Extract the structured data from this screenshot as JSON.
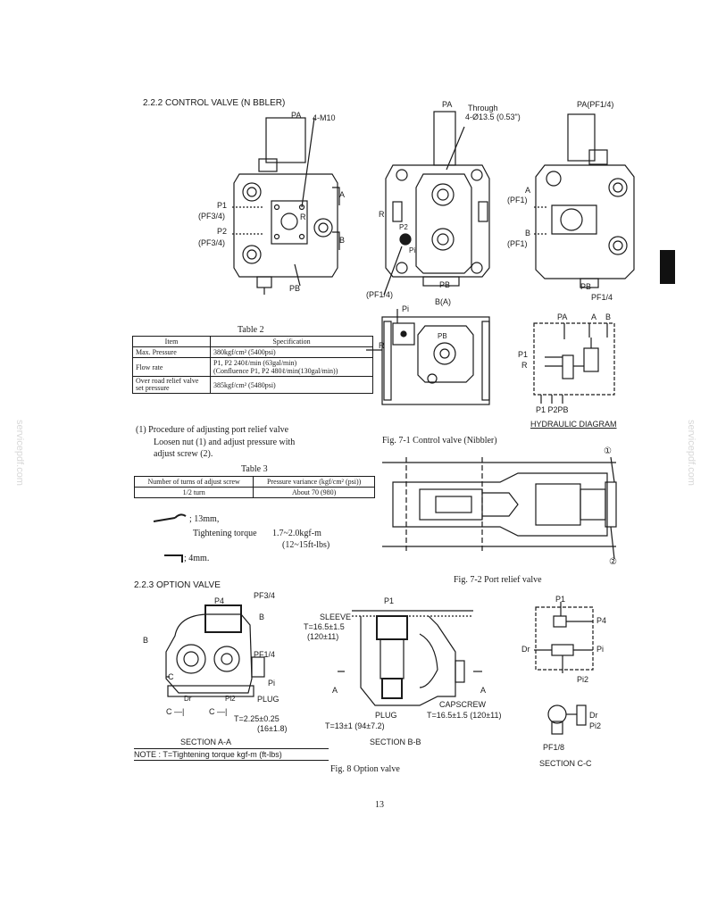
{
  "section_control_valve": "2.2.2  CONTROL VALVE (N BBLER)",
  "fig71": {
    "PA": "PA",
    "m10": "4-M10",
    "P1": "P1",
    "pf34a": "(PF3/4)",
    "P2": "P2",
    "pf34b": "(PF3/4)",
    "A": "A",
    "R": "R",
    "B": "B",
    "PB": "PB",
    "PA2": "PA",
    "through": "Through",
    "through_dim": "4-Ø13.5 (0.53\")",
    "R2": "R",
    "P2b": "P2",
    "Pi": "Pi",
    "pf14a": "(PF1/4)",
    "PB2": "PB",
    "BA": "B(A)",
    "PApf": "PA(PF1/4)",
    "A3": "A",
    "pf1a": "(PF1)",
    "B3": "B",
    "pf1b": "(PF1)",
    "PB3": "PB",
    "pf14b": "PF1/4",
    "Pi_top": "Pi",
    "R4": "R",
    "PB4": "PB",
    "caption": "Fig. 7-1   Control valve (Nibbler)"
  },
  "hydraulic": {
    "PA": "PA",
    "A": "A",
    "B": "B",
    "P1": "P1",
    "R": "R",
    "bottom": "P1 P2PB",
    "title": "HYDRAULIC DIAGRAM"
  },
  "table2": {
    "title": "Table 2",
    "headers": [
      "Item",
      "Specification"
    ],
    "rows": [
      [
        "Max. Pressure",
        "380kgf/cm² (5400psi)"
      ],
      [
        "Flow rate",
        "P1, P2 240ℓ/min (63gal/min)\n(Confluence P1, P2 480ℓ/min(130gal/min))"
      ],
      [
        "Over road relief valve set pressure",
        "385kgf/cm² (5480psi)"
      ]
    ]
  },
  "procedure": {
    "line1": "(1)  Procedure of adjusting port relief valve",
    "line2": "Loosen  nut  (1)  and  adjust  pressure  with",
    "line3": "adjust screw (2)."
  },
  "table3": {
    "title": "Table 3",
    "headers": [
      "Number of turns of adjust screw",
      "Pressure variance  (kgf/cm² (psi))"
    ],
    "rows": [
      [
        "1/2 turn",
        "About 70 (980)"
      ]
    ]
  },
  "tools": {
    "wrench": "; 13mm,",
    "torque_label": "Tightening torque",
    "torque_value": "1.7~2.0kgf-m",
    "torque_ft": "(12~15ft-lbs)",
    "hex": "; 4mm."
  },
  "fig72": {
    "n1": "①",
    "n2": "②",
    "caption": "Fig. 7-2   Port relief valve"
  },
  "section_option_valve": "2.2.3  OPTION VALVE",
  "fig8": {
    "P4": "P4",
    "pf34": "PF3/4",
    "B": "B",
    "B2": "B",
    "pf14": "PF1/4",
    "Pi": "Pi",
    "C": "C",
    "Dr": "Dr",
    "Pi2": "Pi2",
    "plug": "PLUG",
    "c1": "C —|",
    "c2": "C —|",
    "t1": "T=2.25±0.25",
    "t1b": "(16±1.8)",
    "secAA": "SECTION  A-A",
    "P1": "P1",
    "sleeve": "SLEEVE",
    "ts": "T=16.5±1.5",
    "tsb": "(120±11)",
    "A1": "A",
    "A2": "A",
    "plug2": "PLUG",
    "tp": "T=13±1 (94±7.2)",
    "capscrew": "CAPSCREW",
    "tc": "T=16.5±1.5 (120±11)",
    "secBB": "SECTION  B-B",
    "cP1": "P1",
    "cP4": "P4",
    "cDr": "Dr",
    "cPi": "Pi",
    "cPi2": "Pi2",
    "dDr": "Dr",
    "dPi2": "Pi2",
    "pf18": "PF1/8",
    "secCC": "SECTION  C-C",
    "note": "NOTE : T=Tightening torque  kgf-m  (ft-lbs)",
    "caption": "Fig. 8   Option valve"
  },
  "page_number": "13",
  "watermark": "servicepdf.com"
}
